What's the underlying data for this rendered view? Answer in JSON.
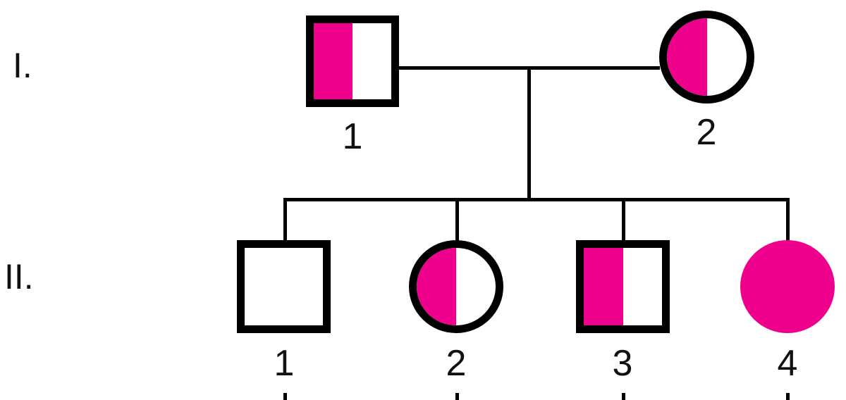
{
  "diagram": {
    "type": "pedigree-chart",
    "colors": {
      "affected_fill": "#ef008c",
      "unaffected_fill": "#ffffff",
      "stroke": "#000000",
      "text": "#111111"
    },
    "generations": [
      {
        "label": "I.",
        "roman": "I",
        "members": [
          {
            "id": "I-1",
            "number": "1",
            "sex": "male",
            "shape": "square",
            "fill": "half-left",
            "status": "carrier"
          },
          {
            "id": "I-2",
            "number": "2",
            "sex": "female",
            "shape": "circle",
            "fill": "half-left",
            "status": "carrier"
          }
        ]
      },
      {
        "label": "II.",
        "roman": "II",
        "members": [
          {
            "id": "II-1",
            "number": "1",
            "sex": "male",
            "shape": "square",
            "fill": "none",
            "status": "unaffected"
          },
          {
            "id": "II-2",
            "number": "2",
            "sex": "female",
            "shape": "circle",
            "fill": "half-left",
            "status": "carrier"
          },
          {
            "id": "II-3",
            "number": "3",
            "sex": "male",
            "shape": "square",
            "fill": "half-left",
            "status": "carrier"
          },
          {
            "id": "II-4",
            "number": "4",
            "sex": "female",
            "shape": "circle",
            "fill": "full",
            "status": "affected"
          }
        ]
      }
    ],
    "relationships": {
      "mating": "I-1 x I-2",
      "offspring": [
        "II-1",
        "II-2",
        "II-3",
        "II-4"
      ]
    }
  }
}
